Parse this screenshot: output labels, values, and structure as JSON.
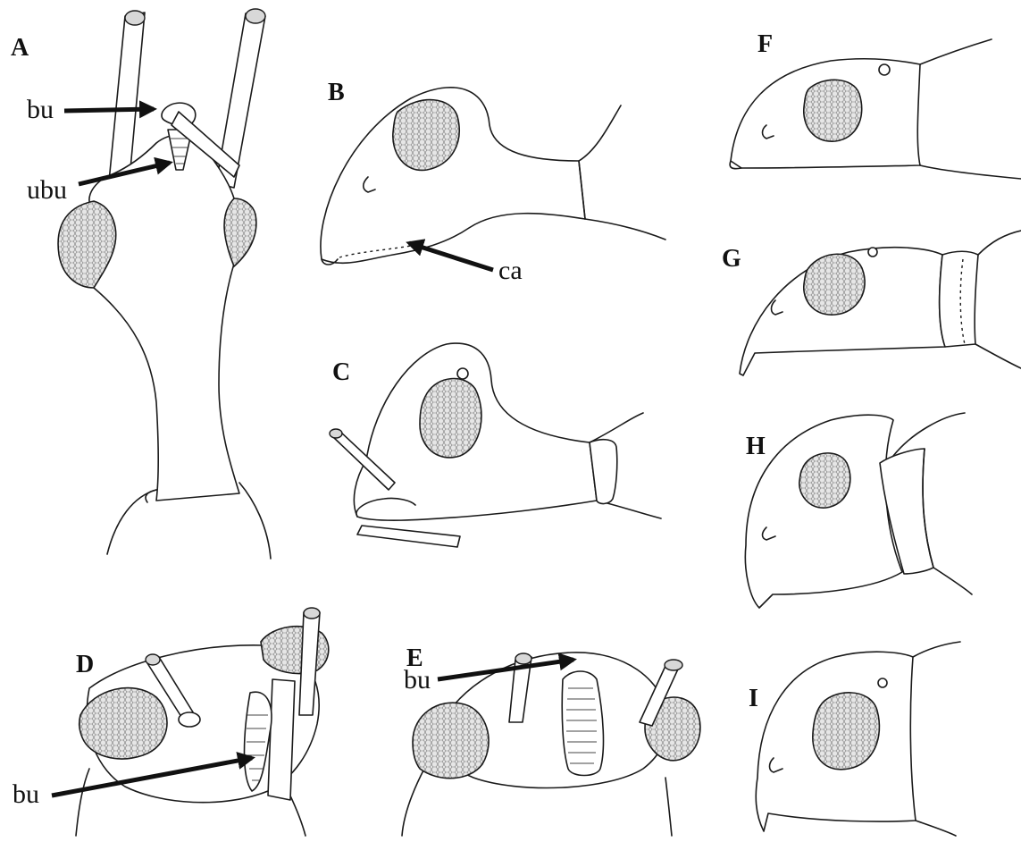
{
  "figure": {
    "panels": {
      "A": "A",
      "B": "B",
      "C": "C",
      "D": "D",
      "E": "E",
      "F": "F",
      "G": "G",
      "H": "H",
      "I": "I"
    },
    "labels": {
      "A_bu": "bu",
      "A_ubu": "ubu",
      "B_ca": "ca",
      "D_bu": "bu",
      "E_bu": "bu"
    },
    "style": {
      "line_color": "#1a1a1a",
      "eye_fill": "#e6e6e6",
      "background": "#ffffff"
    }
  }
}
